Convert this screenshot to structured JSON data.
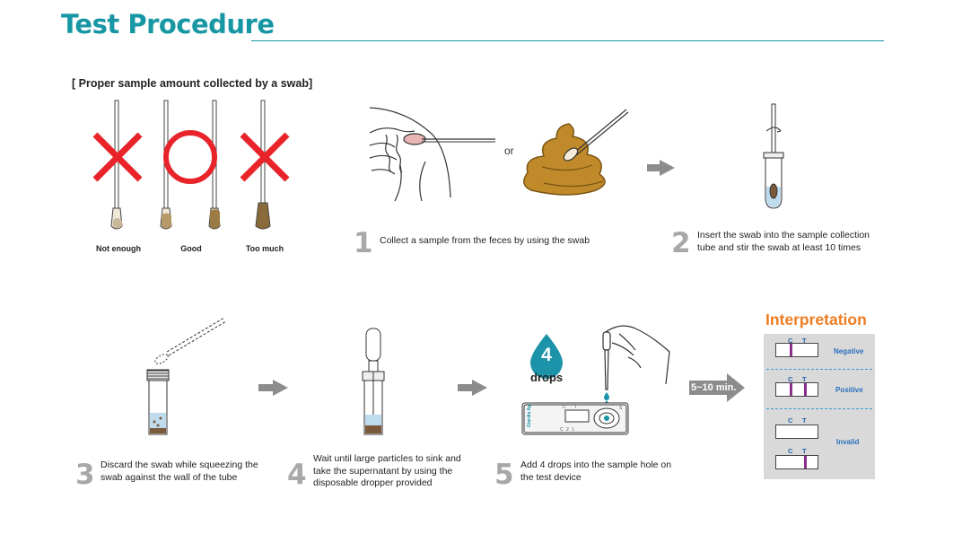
{
  "header": {
    "title": "Test Procedure"
  },
  "swab_amount": {
    "heading": "[ Proper sample amount collected by a swab]",
    "examples": [
      {
        "label": "Not enough",
        "mark": "cross"
      },
      {
        "label": "Good",
        "mark": "circle"
      },
      {
        "label": "Too much",
        "mark": "cross"
      }
    ]
  },
  "colors": {
    "title_teal": "#1797a4",
    "mark_red": "#e8242a",
    "feces_brown": "#c08a2a",
    "drop_teal": "#1c93a8",
    "arrow_gray": "#8c8c8c",
    "interp_orange": "#ee7d22",
    "band_purple": "#8a2f8a",
    "panel_gray": "#d9d9d9"
  },
  "steps": [
    {
      "number": "1",
      "text": "Collect a sample from the feces by using the swab"
    },
    {
      "number": "2",
      "text": "Insert the swab into the sample collection tube and stir the swab at least 10 times"
    },
    {
      "number": "3",
      "text": "Discard the swab while squeezing the swab against the wall of the tube"
    },
    {
      "number": "4",
      "text": "Wait until large particles to sink and take the supernatant by using the disposable dropper provided"
    },
    {
      "number": "5",
      "text": "Add 4 drops into the sample hole on the test device"
    }
  ],
  "step1_or": "or",
  "drops_badge": {
    "count": "4",
    "word": "drops"
  },
  "device_label": "Giardia Ag",
  "device_marks": {
    "c": "C",
    "t": "T",
    "s": "S",
    "numbers": "C 2 1"
  },
  "wait_time": "5~10 min.",
  "interpretation": {
    "title": "Interpretation",
    "c_label": "C",
    "t_label": "T",
    "results": [
      {
        "name": "Negative",
        "c_line": true,
        "t_line": false
      },
      {
        "name": "Positive",
        "c_line": true,
        "t_line": true
      },
      {
        "name": "Invalid",
        "c_line": false,
        "t_line": false
      },
      {
        "name": "",
        "c_line": false,
        "t_line": true
      }
    ]
  }
}
